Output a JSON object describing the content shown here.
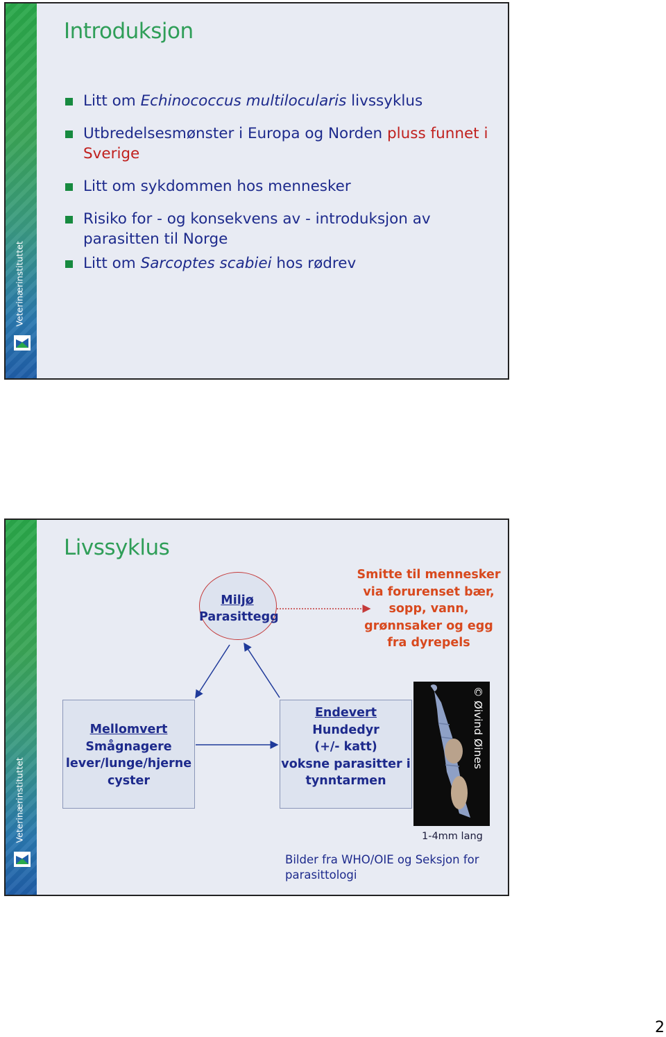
{
  "slide1": {
    "brand": "Veterinærinstituttet",
    "title": "Introduksjon",
    "bullet1": {
      "pre": "Litt om ",
      "italic": "Echinococcus multilocularis",
      "post": " livssyklus"
    },
    "bullet2": {
      "pre": "Utbredelsesmønster i Europa og Norden ",
      "red": "pluss funnet i Sverige"
    },
    "bullet3": "Litt om sykdommen hos mennesker",
    "bullet4": "Risiko for - og konsekvens av - introduksjon av parasitten til Norge",
    "bullet5": {
      "pre": "Litt om ",
      "italic": "Sarcoptes scabiei",
      "post": " hos rødrev"
    }
  },
  "slide2": {
    "brand": "Veterinærinstituttet",
    "title": "Livssyklus",
    "circle": {
      "heading": "Miljø",
      "text": "Parasittegg"
    },
    "smitte": [
      "Smitte til mennesker",
      "via forurenset bær,",
      "sopp, vann,",
      "grønnsaker og egg",
      "fra dyrepels"
    ],
    "box1": {
      "heading": "Mellomvert",
      "lines": [
        "Smågnagere",
        "lever/lunge/hjerne",
        "cyster"
      ]
    },
    "box2": {
      "heading": "Endevert",
      "lines": [
        "Hundedyr",
        "(+/- katt)",
        "voksne parasitter i",
        "tynntarmen"
      ]
    },
    "photo_credit": "© Øivind Øines",
    "size_caption": "1-4mm lang",
    "source_caption": "Bilder fra WHO/OIE og Seksjon for parasittologi"
  },
  "page_number": "2",
  "colors": {
    "title_green": "#2f9e58",
    "text_blue": "#1d2a8c",
    "accent_red": "#c0201e",
    "smitte_orange": "#d8491e"
  }
}
